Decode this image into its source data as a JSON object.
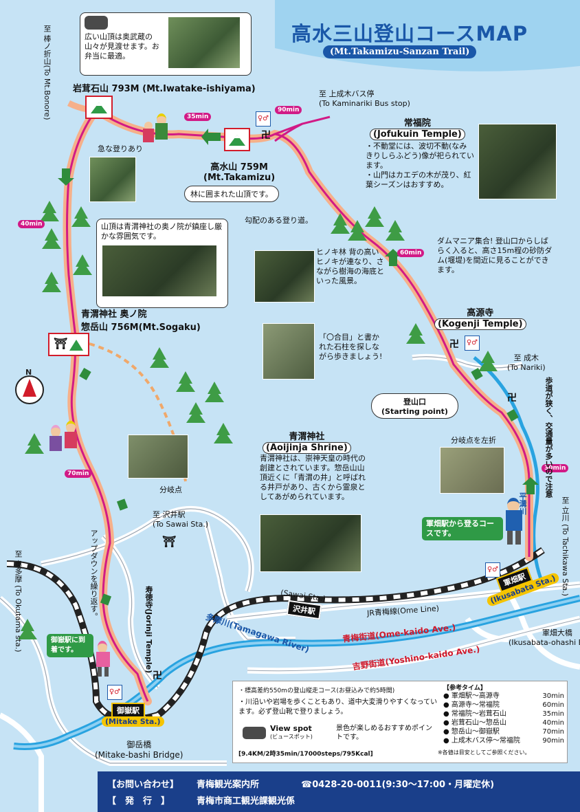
{
  "header": {
    "title": "高水三山登山コースMAP",
    "subtitle": "(Mt.Takamizu-Sanzan Trail)"
  },
  "peaks": {
    "iwatake": {
      "jp": "岩茸石山 793M",
      "en": "(Mt.Iwatake-ishiyama)"
    },
    "takamizu": {
      "jp": "高水山 759M",
      "en": "(Mt.Takamizu)"
    },
    "sogaku_shrine": "青渭神社 奥ノ院",
    "sogaku": "惣岳山 756M(Mt.Sogaku)"
  },
  "callouts": {
    "iwatake_view": "広い山頂は奥武蔵の山々が見渡せます。お弁当に最適。",
    "takamizu_forest": "林に囲まれた山頂です。",
    "sogaku_top": "山頂は青渭神社の奥ノ院が鎮座し厳かな雰囲気です。",
    "steep_climb": "急な登りあり",
    "slope_climb": "勾配のある登り道。",
    "hinoki": "ヒノキ林 背の高いヒノキが連なり、さながら樹海の海底といった風景。",
    "pillar": "「〇合目」と書かれた石柱を探しながら歩きましょう!",
    "dam": "ダムマニア集合! 登山口からしばらく入ると、高さ15m程の砂防ダム(堰堤)を間近に見ることができます。",
    "branch_left": "分岐点を左折",
    "branch": "分岐点",
    "up_down": "アップダウンを繰り返す。",
    "sidewalk": "歩道が狭く、交通量が多いので注意",
    "from_ikusabata": "軍畑駅から登るコースです。",
    "to_mitake": "御嶽駅に到着です。"
  },
  "jofukuin": {
    "jp": "常福院",
    "en": "(Jofukuin Temple)",
    "desc1": "・不動堂には、波切不動(なみきりしらふどう)像が祀られています。",
    "desc2": "・山門はカエデの木が茂り、紅葉シーズンはおすすめ。"
  },
  "kogenji": {
    "jp": "高源寺",
    "en": "(Kogenji Temple)"
  },
  "aoijinja": {
    "jp": "青渭神社",
    "en": "(Aoijinja Shrine)",
    "desc": "青渭神社は、崇神天皇の時代の創建とされています。惣岳山山頂近くに「青渭の井」と呼ばれる井戸があり、古くから霊泉としてあがめられています。"
  },
  "starting_point": {
    "jp": "登山口",
    "en": "(Starting point)"
  },
  "directions": {
    "kaminariki": "至 上成木バス停",
    "kaminariki_en": "(To Kaminariki Bus stop)",
    "bonore": "至 棒ノ折山(To Mt.Bonore)",
    "nariki": "至 成木",
    "nariki_en": "(To Nariki)",
    "sawai": "至 沢井駅",
    "sawai_en": "(To Sawai Sta.)",
    "okutama": "至 奥多摩 (To Okutama sta.)",
    "tachikawa": "至 立川 (To Tachikawa Sta.)"
  },
  "times": {
    "t35": "35min",
    "t90": "90min",
    "t40": "40min",
    "t60": "60min",
    "t70": "70min",
    "t30": "30min"
  },
  "rivers_roads": {
    "tamagawa": "多摩川(Tamagawa River)",
    "heisui": "平溝川",
    "ome_line": "JR青梅線(Ome Line)",
    "ome_kaido": "青梅街道(Ome-kaido Ave.)",
    "yoshino_kaido": "吉野街道(Yoshino-kaido Ave.)",
    "ikusabata_bridge": "軍畑大橋",
    "ikusabata_bridge_en": "(Ikusabata-ohashi Bridge)",
    "mitake_bridge": "御岳橋",
    "mitake_bridge_en": "(Mitake-bashi Bridge)",
    "jorinji_jp": "寿徳寺",
    "jorinji_en": "(Jorinji Temple)"
  },
  "stations": {
    "ikusabata": {
      "jp": "軍畑駅",
      "en": "(Ikusabata Sta.)"
    },
    "sawai": {
      "jp": "沢井駅",
      "en": "(Sawai Sta.)"
    },
    "mitake": {
      "jp": "御嶽駅",
      "en": "(Mitake Sta.)"
    }
  },
  "info": {
    "line1": "・標高差約550mの登山縦走コース(お昼込みで約5時間)",
    "line2": "・川沿いや岩場を歩くこともあり、道中大変滑りやすくなっています。必ず登山靴で登りましょう。",
    "view_label": "View spot",
    "view_sub": "(ビュースポット)",
    "view_desc": "景色が楽しめるおすすめポイントです。",
    "stats": "[9.4KM/2時35min/17000steps/795Kcal]",
    "note": "※各値は目安としてご参照ください。",
    "ref_title": "【参考タイム】",
    "times": [
      {
        "route": "軍畑駅～高源寺",
        "time": "30min"
      },
      {
        "route": "高源寺～常福院",
        "time": "60min"
      },
      {
        "route": "常福院～岩茸石山",
        "time": "35min"
      },
      {
        "route": "岩茸石山～惣岳山",
        "time": "40min"
      },
      {
        "route": "惣岳山～御嶽駅",
        "time": "70min"
      },
      {
        "route": "上成木バス停～常福院",
        "time": "90min"
      }
    ]
  },
  "footer": {
    "inquiry_label": "【お問い合わせ】",
    "inquiry_name": "青梅観光案内所",
    "phone": "☎0428-20-0011(9:30～17:00・月曜定休)",
    "publisher_label": "【　発　行　】",
    "publisher_name": "青梅市商工観光課観光係"
  },
  "colors": {
    "sea": "#c6e3f5",
    "trail": "#d11a86",
    "trail_glow": "#f6b08a",
    "river": "#29a3e0",
    "rail": "#222222",
    "road": "#9aa4b0",
    "footer": "#1a3f8a"
  }
}
